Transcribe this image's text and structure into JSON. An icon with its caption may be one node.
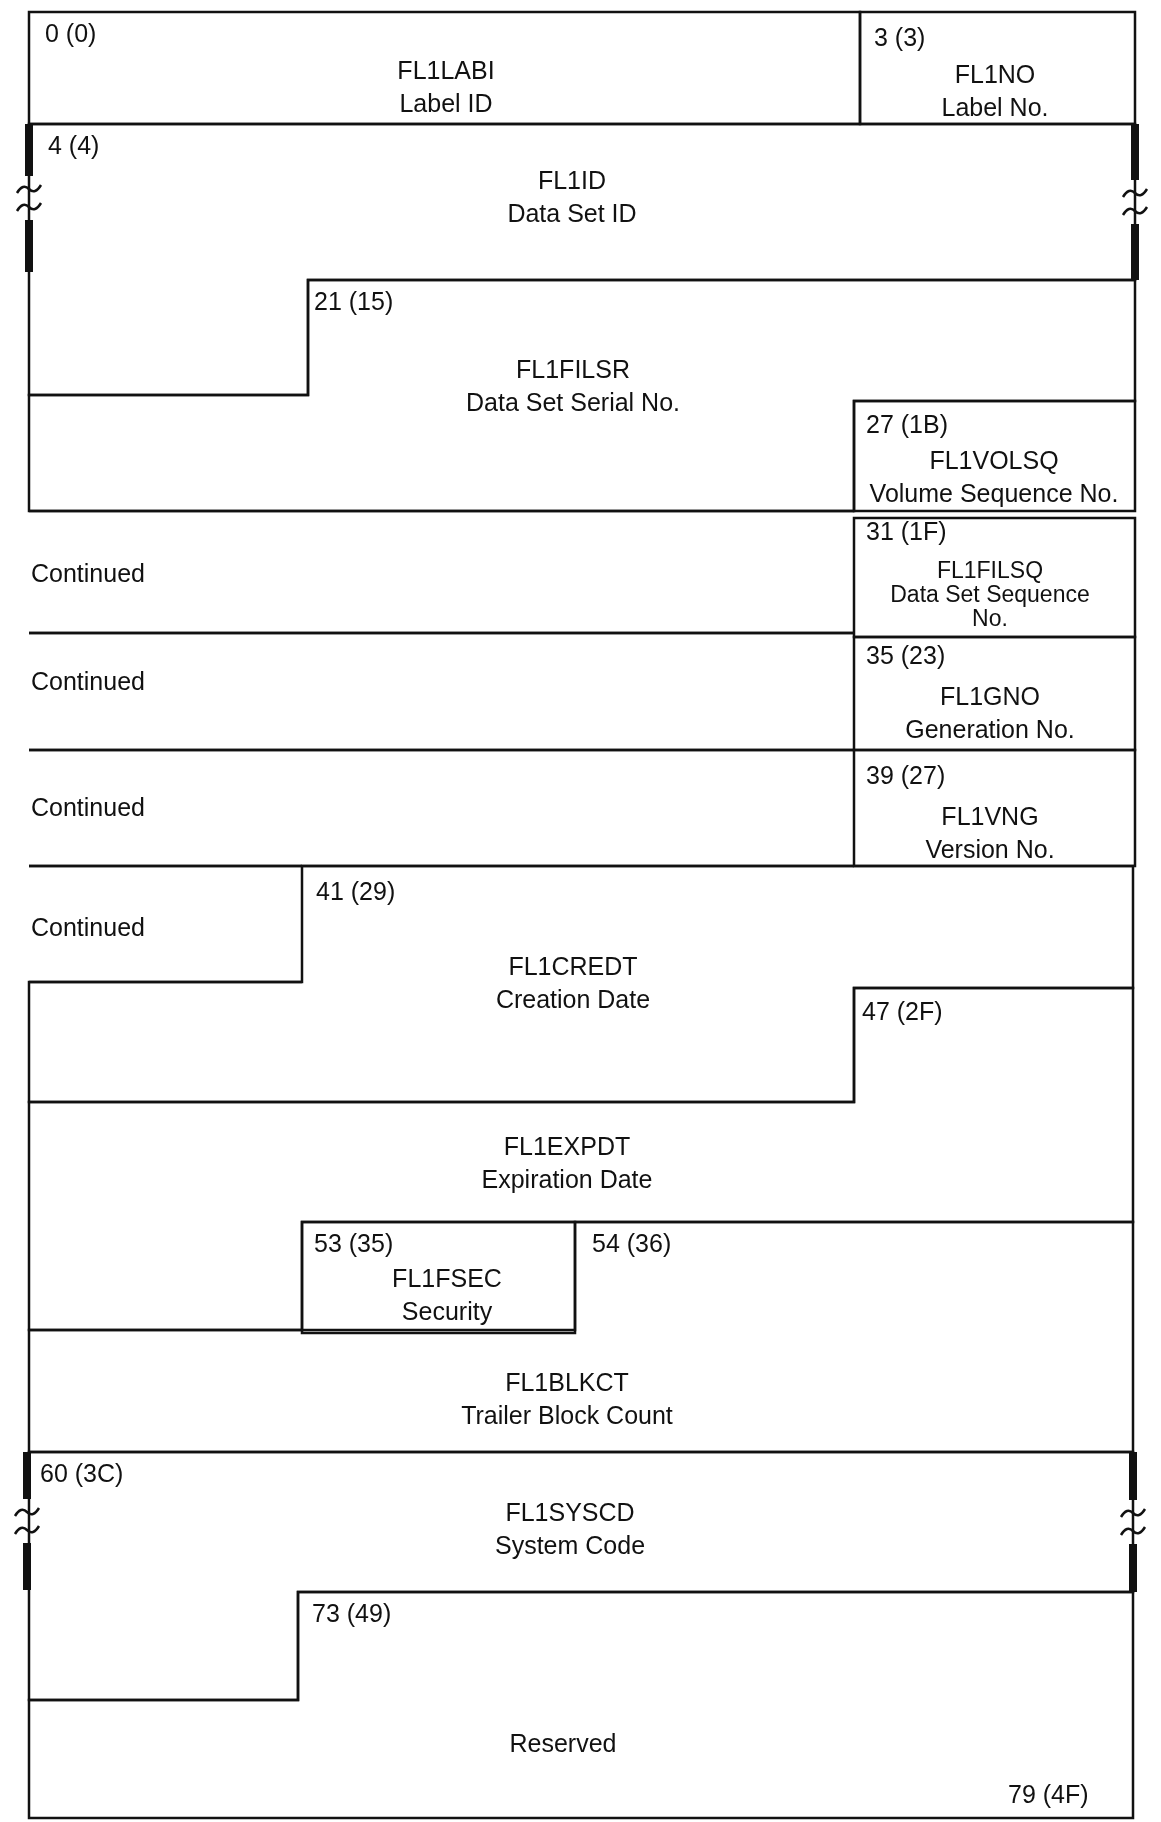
{
  "diagram": {
    "nodes": [
      {
        "text": [
          "0 (0)",
          "FL1LABI",
          "Label ID"
        ]
      },
      {
        "text": [
          "3 (3)",
          "FL1NO",
          "Label No."
        ]
      },
      {
        "text": [
          "4 (4)",
          "FL1ID",
          "Data Set ID"
        ]
      },
      {
        "text": [
          "21 (15)",
          "FL1FILSR",
          "Data Set Serial No."
        ]
      },
      {
        "text": [
          "27 (1B)",
          "FL1VOLSQ",
          "Volume Sequence No."
        ]
      },
      {
        "text": [
          "Continued"
        ]
      },
      {
        "text": [
          "31 (1F)",
          "FL1FILSQ",
          "Data Set Sequence No."
        ]
      },
      {
        "text": [
          "Continued"
        ]
      },
      {
        "text": [
          "35 (23)",
          "FL1GNO",
          "Generation No."
        ]
      },
      {
        "text": [
          "Continued"
        ]
      },
      {
        "text": [
          "39 (27)",
          "FL1VNG",
          "Version No."
        ]
      },
      {
        "text": [
          "Continued"
        ]
      },
      {
        "text": [
          "41 (29)",
          "FL1CREDT",
          "Creation Date"
        ]
      },
      {
        "text": [
          "47 (2F)",
          "FL1EXPDT",
          "Expiration Date"
        ]
      },
      {
        "text": [
          "53 (35)",
          "FL1FSEC",
          "Security"
        ]
      },
      {
        "text": [
          "54 (36)",
          "FL1BLKCT",
          "Trailer Block Count"
        ]
      },
      {
        "text": [
          "60 (3C)",
          "FL1SYSCD",
          "System Code"
        ]
      },
      {
        "text": [
          "73 (49)",
          "Reserved",
          "79 (4F)"
        ]
      }
    ]
  }
}
